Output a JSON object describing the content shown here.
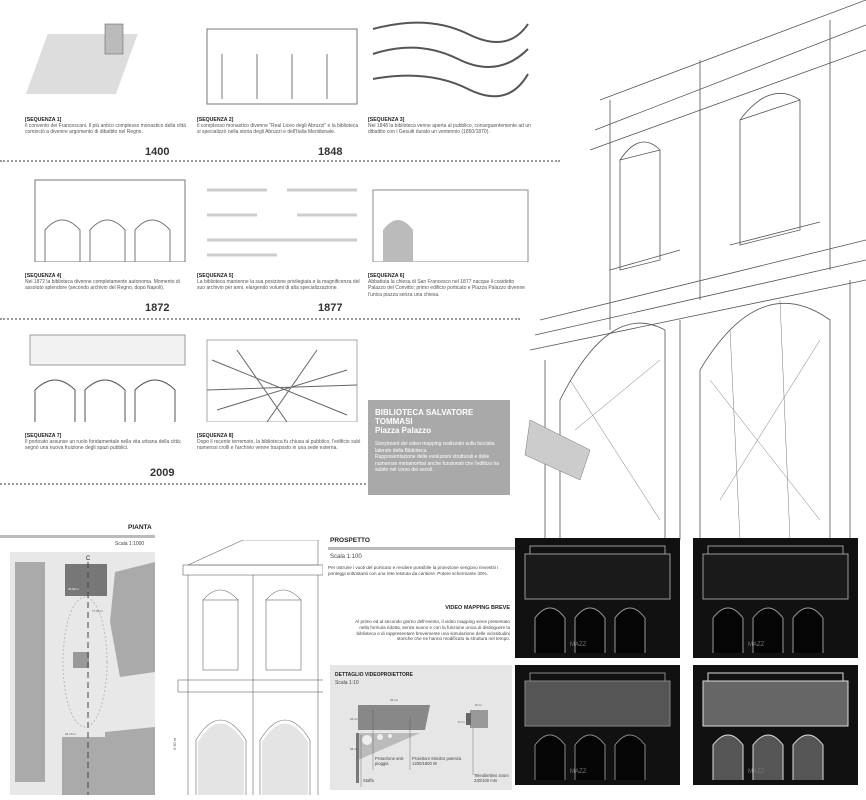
{
  "timeline": [
    {
      "title": "[SEQUENZA 1]",
      "text": "Il convento dei Francescani. Il più antico complesso monastico della città cominciò a divenire argomento di dibattito nel Regno.",
      "year": "1400"
    },
    {
      "title": "[SEQUENZA 2]",
      "text": "Il complesso monastico divenne \"Real Liceo degli Abruzzi\" e la biblioteca si specializzò nella storia degli Abruzzi e dell'Italia Meridionale.",
      "year": "1848"
    },
    {
      "title": "[SEQUENZA 3]",
      "text": "Nel 1848 la biblioteca venne aperta al pubblico, conseguentemente ad un dibattito con i Gesuiti durato un ventennio (1850/1870).",
      "year": ""
    },
    {
      "title": "[SEQUENZA 4]",
      "text": "Nel 1872 la biblioteca divenne completamente autonoma. Momento di assoluto splendore (secondo archivio del Regno, dopo Napoli).",
      "year": "1872"
    },
    {
      "title": "[SEQUENZA 5]",
      "text": "La biblioteca mantenne la sua posizione privilegiata e la magnificenza del suo archivio per anni, elargendo volumi di alta specializzazione.",
      "year": "1877"
    },
    {
      "title": "[SEQUENZA 6]",
      "text": "Abbattuta la chiesa di San Francesco nel 1877 nacque il cosidetto Palazzo del Convitto; primo edificio porticato e Piazza Palazzo divenne l'unica piazza senza una chiesa.",
      "year": ""
    },
    {
      "title": "[SEQUENZA 7]",
      "text": "Il porticato assunse un ruolo fondamentale nella vita urbana della città; segnò una nuova fruizione degli spazi pubblici.",
      "year": "2009"
    },
    {
      "title": "[SEQUENZA 8]",
      "text": "Dopo il recente terremoto, la biblioteca fu chiusa al pubblico, l'edificio subì numerosi crolli e l'archivio venne trasposto in una sede esterna.",
      "year": ""
    }
  ],
  "infobox": {
    "title": "BIBLIOTECA SALVATORE TOMMASI",
    "subtitle": "Piazza Palazzo",
    "text1": "Storyboard del video mapping realizzato sulla facciata laterale della Biblioteca.",
    "text2": "Rappresentazione delle evoluzioni strutturali e delle numerose metamorfosi anche funzionali che l'edificio ha subito nel corso dei secoli."
  },
  "pianta": {
    "title": "PIANTA",
    "scale": "Scala 1:1000",
    "section": "C",
    "dims": [
      "33.90 m",
      "77.90 m",
      "34.10 m"
    ]
  },
  "elevation": {
    "dim": "5.90 m"
  },
  "prospetto": {
    "title": "PROSPETTO",
    "scale": "Scala 1:100",
    "text": "Per ostruire i vuoti del porticato e rendere possibile la proiezione vengono rinvestiti i ponteggi sottostanti con una rete tessuta da cantiere. Potere schermante 30%.",
    "vm_title": "VIDEO MAPPING BREVE",
    "vm_text": "Al primo ed al secondo giorno dell'evento, il video mapping viene presentato nella formula ridotta, senza suono e con la funzione unica di distinguere la biblioteca e di rappresentare brevemente una simulazione delle vicissitudini storiche che ne hanno modificato la struttura nel tempo."
  },
  "dettaglio": {
    "title": "DETTAGLIO VIDEOPROIETTORE",
    "scale": "Scala 1:10",
    "dims": [
      "46 cm",
      "25 cm",
      "38 cm",
      "8 cm",
      "6 cm"
    ],
    "labels": [
      "Protezione anti-pioggia",
      "Proiettore Monitor potenza 1200/1600 W",
      "Staffa",
      "Teleobiettivo zoom 230/100 mm"
    ]
  },
  "photos": {
    "watermark": "MAZZ"
  }
}
